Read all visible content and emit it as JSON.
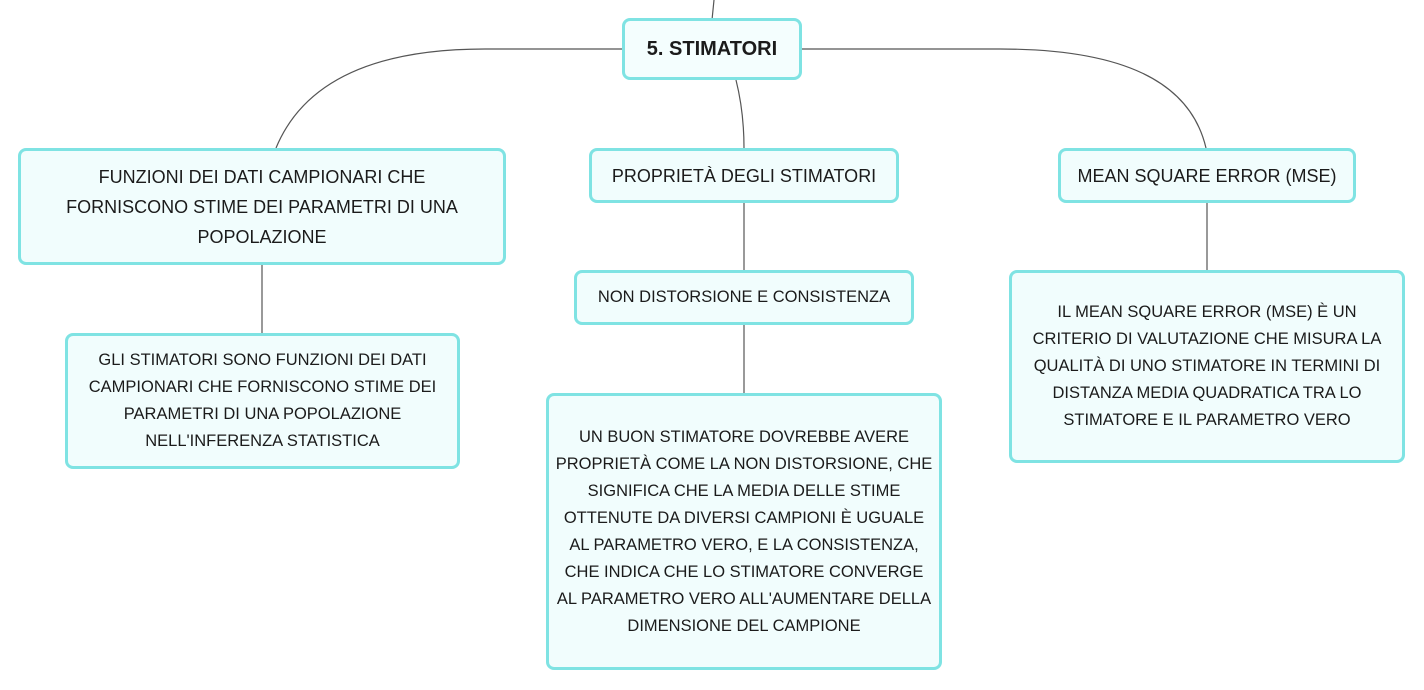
{
  "mindmap": {
    "root": "5. STIMATORI",
    "branches": [
      {
        "label": "FUNZIONI DEI DATI CAMPIONARI CHE FORNISCONO STIME DEI PARAMETRI DI UNA POPOLAZIONE",
        "children": [
          {
            "label": "GLI STIMATORI SONO FUNZIONI DEI DATI CAMPIONARI CHE FORNISCONO STIME DEI PARAMETRI DI UNA POPOLAZIONE NELL'INFERENZA STATISTICA"
          }
        ]
      },
      {
        "label": "PROPRIETÀ DEGLI STIMATORI",
        "children": [
          {
            "label": "NON DISTORSIONE E CONSISTENZA",
            "children": [
              {
                "label": "UN BUON STIMATORE DOVREBBE AVERE PROPRIETÀ COME LA NON DISTORSIONE, CHE SIGNIFICA CHE LA MEDIA DELLE STIME OTTENUTE DA DIVERSI CAMPIONI È UGUALE AL PARAMETRO VERO, E LA CONSISTENZA, CHE INDICA CHE LO STIMATORE CONVERGE AL PARAMETRO VERO ALL'AUMENTARE DELLA DIMENSIONE DEL CAMPIONE"
              }
            ]
          }
        ]
      },
      {
        "label": "MEAN SQUARE ERROR (MSE)",
        "children": [
          {
            "label": "IL MEAN SQUARE ERROR (MSE) È UN CRITERIO DI VALUTAZIONE CHE MISURA LA QUALITÀ DI UNO STIMATORE IN TERMINI DI DISTANZA MEDIA QUADRATICA TRA LO STIMATORE E IL PARAMETRO VERO"
          }
        ]
      }
    ]
  },
  "colors": {
    "node_border": "#7fe3e3",
    "node_fill": "#f1fdfd",
    "edge": "#555555",
    "text": "#1b1b1b"
  }
}
